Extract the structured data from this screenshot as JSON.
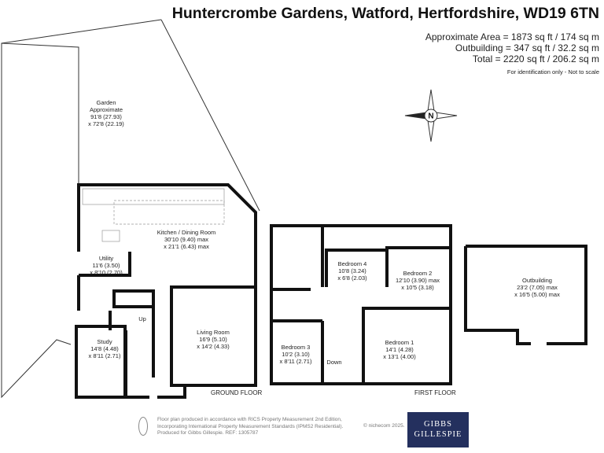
{
  "header": {
    "title": "Huntercrombe Gardens, Watford, Hertfordshire, WD19 6TN",
    "approx_area": "Approximate Area = 1873 sq ft / 174 sq m",
    "outbuilding_area": "Outbuilding = 347 sq ft / 32.2 sq m",
    "total_area": "Total = 2220 sq ft / 206.2 sq m",
    "note": "For identification only - Not to scale"
  },
  "compass": {
    "label": "N"
  },
  "garden": {
    "name": "Garden",
    "line1": "Approximate",
    "dim1": "91'8 (27.93)",
    "dim2": "x 72'8 (22.19)"
  },
  "ground_floor": {
    "label": "GROUND FLOOR",
    "rooms": [
      {
        "name": "Kitchen / Dining Room",
        "dim1": "30'10 (9.40) max",
        "dim2": "x 21'1 (6.43) max"
      },
      {
        "name": "Utility",
        "dim1": "11'6 (3.50)",
        "dim2": "x 8'10 (2.70)"
      },
      {
        "name": "Study",
        "dim1": "14'8 (4.48)",
        "dim2": "x 8'11 (2.71)"
      },
      {
        "name": "Living Room",
        "dim1": "16'9 (5.10)",
        "dim2": "x 14'2 (4.33)"
      }
    ],
    "stairs": "Up"
  },
  "first_floor": {
    "label": "FIRST FLOOR",
    "rooms": [
      {
        "name": "Bedroom 4",
        "dim1": "10'8 (3.24)",
        "dim2": "x 6'8 (2.03)"
      },
      {
        "name": "Bedroom 2",
        "dim1": "12'10 (3.90) max",
        "dim2": "x 10'5 (3.18)"
      },
      {
        "name": "Bedroom 3",
        "dim1": "10'2 (3.10)",
        "dim2": "x 8'11 (2.71)"
      },
      {
        "name": "Bedroom 1",
        "dim1": "14'1 (4.28)",
        "dim2": "x 13'1 (4.00)"
      }
    ],
    "stairs": "Down"
  },
  "outbuilding": {
    "name": "Outbuilding",
    "dim1": "23'2 (7.05) max",
    "dim2": "x 16'5 (5.00) max"
  },
  "footer": {
    "line1": "Floor plan produced in accordance with RICS Property Measurement 2nd Edition,",
    "line2": "Incorporating International Property Measurement Standards (IPMS2 Residential).",
    "line3": "Produced for Gibbs Gillespie.   REF: 1305787",
    "copyright": "© nichecom 2025.",
    "logo_line1": "GIBBS",
    "logo_line2": "GILLESPIE"
  }
}
